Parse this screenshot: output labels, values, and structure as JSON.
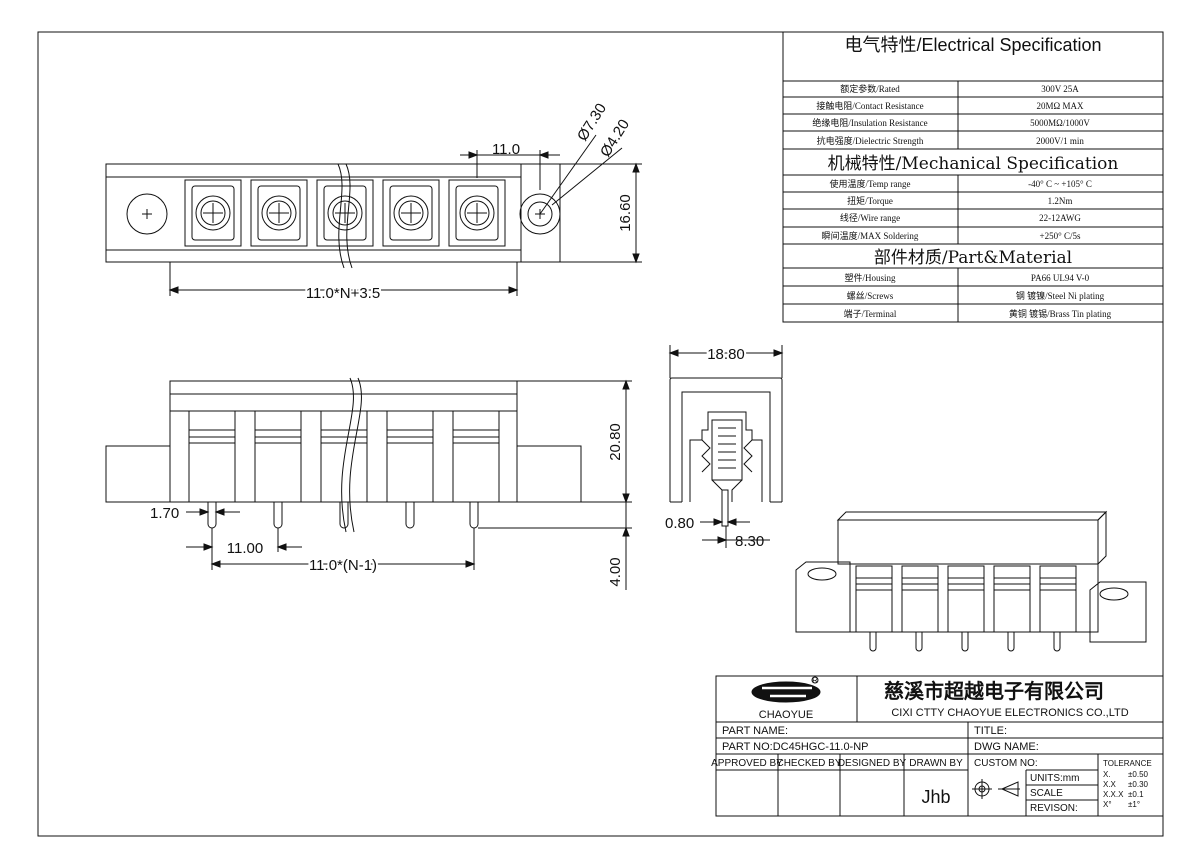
{
  "spec": {
    "electrical_title": "电气特性/Electrical Specification",
    "electrical_rows": [
      {
        "label": "额定参数/Rated",
        "value": "300V  25A"
      },
      {
        "label": "接触电阻/Contact Resistance",
        "value": "20MΩ MAX"
      },
      {
        "label": "绝缘电阻/Insulation Resistance",
        "value": "5000MΩ/1000V"
      },
      {
        "label": "抗电强度/Dielectric Strength",
        "value": "2000V/1 min"
      }
    ],
    "mechanical_title": "机械特性/Mechanical Specification",
    "mechanical_rows": [
      {
        "label": "使用温度/Temp range",
        "value": "-40° C ~ +105° C"
      },
      {
        "label": "扭矩/Torque",
        "value": "1.2Nm"
      },
      {
        "label": "线径/Wire range",
        "value": "22-12AWG"
      },
      {
        "label": "瞬间温度/MAX Soldering",
        "value": "+250° C/5s"
      }
    ],
    "material_title": "部件材质/Part&Material",
    "material_rows": [
      {
        "label": "塑件/Housing",
        "value": "PA66 UL94 V-0"
      },
      {
        "label": "螺丝/Screws",
        "value": "钢 镀镍/Steel Ni plating"
      },
      {
        "label": "端子/Terminal",
        "value": "黄铜 镀锡/Brass Tin  plating"
      }
    ]
  },
  "dimensions": {
    "pitch_top": "11.0",
    "hole_outer": "Ø7.30",
    "hole_inner": "Ø4.20",
    "height_top": "16.60",
    "overall_length": "11.0*N+3.5",
    "pin_width": "1.70",
    "pin_pitch": "11.00",
    "pin_span": "11.0*(N-1)",
    "height_front": "20.80",
    "pin_length": "4.00",
    "side_width": "18.80",
    "pin_thickness": "0.80",
    "pin_offset": "8.30"
  },
  "title_block": {
    "logo_text": "CHAOYUE",
    "company_cn": "慈溪市超越电子有限公司",
    "company_en": "CIXI CTTY CHAOYUE ELECTRONICS CO.,LTD",
    "part_name_label": "PART NAME:",
    "title_label": "TITLE:",
    "part_no_label": "PART NO:DC45HGC-11.0-NP",
    "dwg_name_label": "DWG NAME:",
    "approved_by": "APPROVED BY",
    "checked_by": "CHECKED BY",
    "designed_by": "DESIGNED BY",
    "drawn_by": "DRAWN BY",
    "drawn_by_value": "Jhb",
    "custom_no": "CUSTOM NO:",
    "units": "UNITS:mm",
    "scale": "SCALE",
    "revision": "REVISON:",
    "tolerance_title": "TOLERANCE",
    "tolerances": [
      {
        "k": "X.",
        "v": "±0.50"
      },
      {
        "k": "X.X",
        "v": "±0.30"
      },
      {
        "k": "X.X.X",
        "v": "±0.1"
      },
      {
        "k": "X°",
        "v": "±1°"
      }
    ]
  }
}
